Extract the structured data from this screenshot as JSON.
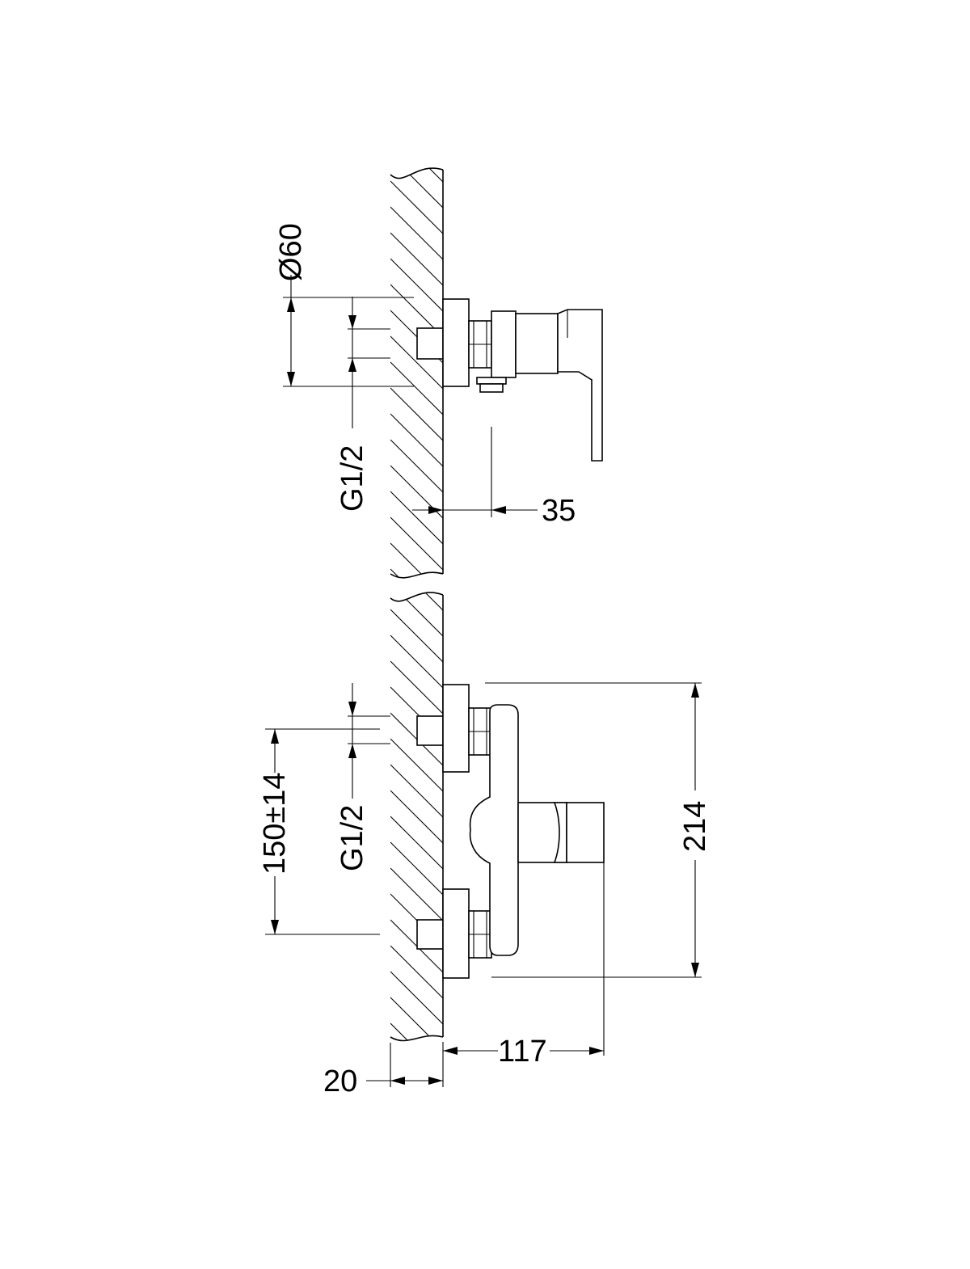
{
  "dimensions": {
    "diameter": "Ø60",
    "thread_top": "G1/2",
    "offset_35": "35",
    "thread_bottom": "G1/2",
    "centers": "150±14",
    "height": "214",
    "depth": "117",
    "wall": "20"
  }
}
